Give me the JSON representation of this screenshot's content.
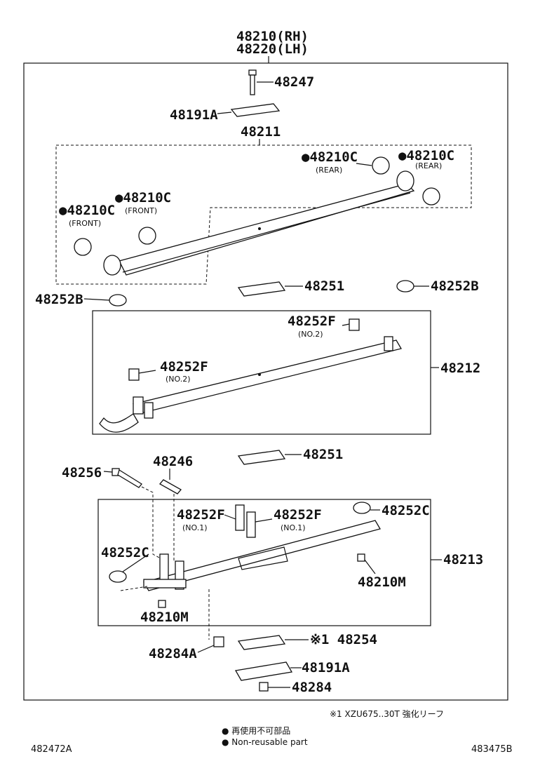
{
  "header": {
    "line1": "48210(RH)",
    "line2": "48220(LH)"
  },
  "parts": {
    "p48247": "48247",
    "p48191A_top": "48191A",
    "p48211": "48211",
    "p48210C_rear1": "●48210C",
    "rear1_note": "(REAR)",
    "p48210C_rear2": "●48210C",
    "rear2_note": "(REAR)",
    "p48210C_front1": "●48210C",
    "front1_note": "(FRONT)",
    "p48210C_front2": "●48210C",
    "front2_note": "(FRONT)",
    "p48252B_left": "48252B",
    "p48251_top": "48251",
    "p48252B_right": "48252B",
    "p48252F_a": "48252F",
    "no2_a": "(NO.2)",
    "p48252F_b": "48252F",
    "no2_b": "(NO.2)",
    "p48212": "48212",
    "p48251_mid": "48251",
    "p48256": "48256",
    "p48246": "48246",
    "p48252F_c": "48252F",
    "no1_c": "(NO.1)",
    "p48252F_d": "48252F",
    "no1_d": "(NO.1)",
    "p48252C_right": "48252C",
    "p48252C_left": "48252C",
    "p48213": "48213",
    "p48210M_right": "48210M",
    "p48210M_left": "48210M",
    "p48284A": "48284A",
    "p48254": "※1 48254",
    "p48191A_bot": "48191A",
    "p48284": "48284"
  },
  "footnote": "※1  XZU675..30T 強化リーフ",
  "legend": {
    "jp": "● 再使用不可部品",
    "en": "● Non-reusable part"
  },
  "codes": {
    "left": "482472A",
    "right": "483475B"
  }
}
